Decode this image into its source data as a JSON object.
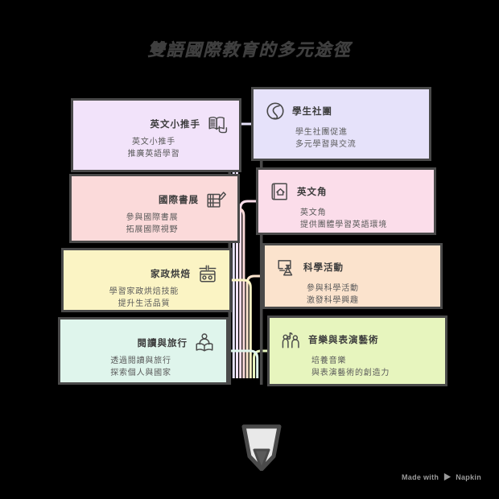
{
  "page": {
    "title": "雙語國際教育的多元途徑",
    "background_color": "#000000",
    "ink_color": "#4a4a4a"
  },
  "watermark": {
    "text_before": "Made with",
    "brand": "Napkin",
    "logo_icon": "napkin-play-logo"
  },
  "center": {
    "icon": "pencil-icon",
    "description": "central pencil funnel collecting all branches"
  },
  "cards": [
    {
      "id": "english-promoter",
      "side": "left",
      "title": "英文小推手",
      "body_line1": "英文小推手",
      "body_line2": "推廣英語學習",
      "color": "#f2e3fa",
      "icon": "open-book-hand-icon"
    },
    {
      "id": "international-book-fair",
      "side": "left",
      "title": "國際書展",
      "body_line1": "參與國際書展",
      "body_line2": "拓展國際視野",
      "color": "#fbdada",
      "icon": "bookshelf-pen-icon"
    },
    {
      "id": "home-economics-baking",
      "side": "left",
      "title": "家政烘焙",
      "body_line1": "學習家政烘焙技能",
      "body_line2": "提升生活品質",
      "color": "#fbf4c4",
      "icon": "oven-icon"
    },
    {
      "id": "reading-and-travel",
      "side": "left",
      "title": "閱讀與旅行",
      "body_line1": "透過閱讀與旅行",
      "body_line2": "探索個人與國家",
      "color": "#dff5ec",
      "icon": "person-reading-icon"
    },
    {
      "id": "student-clubs",
      "side": "right",
      "title": "學生社團",
      "body_line1": "學生社團促進",
      "body_line2": "多元學習與交流",
      "color": "#e6e2fa",
      "icon": "circle-swirl-icon"
    },
    {
      "id": "english-corner",
      "side": "right",
      "title": "英文角",
      "body_line1": "英文角",
      "body_line2": "提供團體學習英語環境",
      "color": "#fbddea",
      "icon": "book-house-icon"
    },
    {
      "id": "science-activities",
      "side": "right",
      "title": "科學活動",
      "body_line1": "參與科學活動",
      "body_line2": "激發科學興趣",
      "color": "#fbe3cd",
      "icon": "monitor-flask-icon"
    },
    {
      "id": "music-performing-arts",
      "side": "right",
      "title": "音樂與表演藝術",
      "body_line1": "培養音樂",
      "body_line2": "與表演藝術的創造力",
      "color": "#e7f5be",
      "icon": "people-music-icon"
    }
  ],
  "stripe_colors": [
    "#e6e2fa",
    "#f2e3fa",
    "#fbddea",
    "#fbdada",
    "#fbe3cd",
    "#fbf4c4",
    "#e7f5be",
    "#dff5ec"
  ]
}
